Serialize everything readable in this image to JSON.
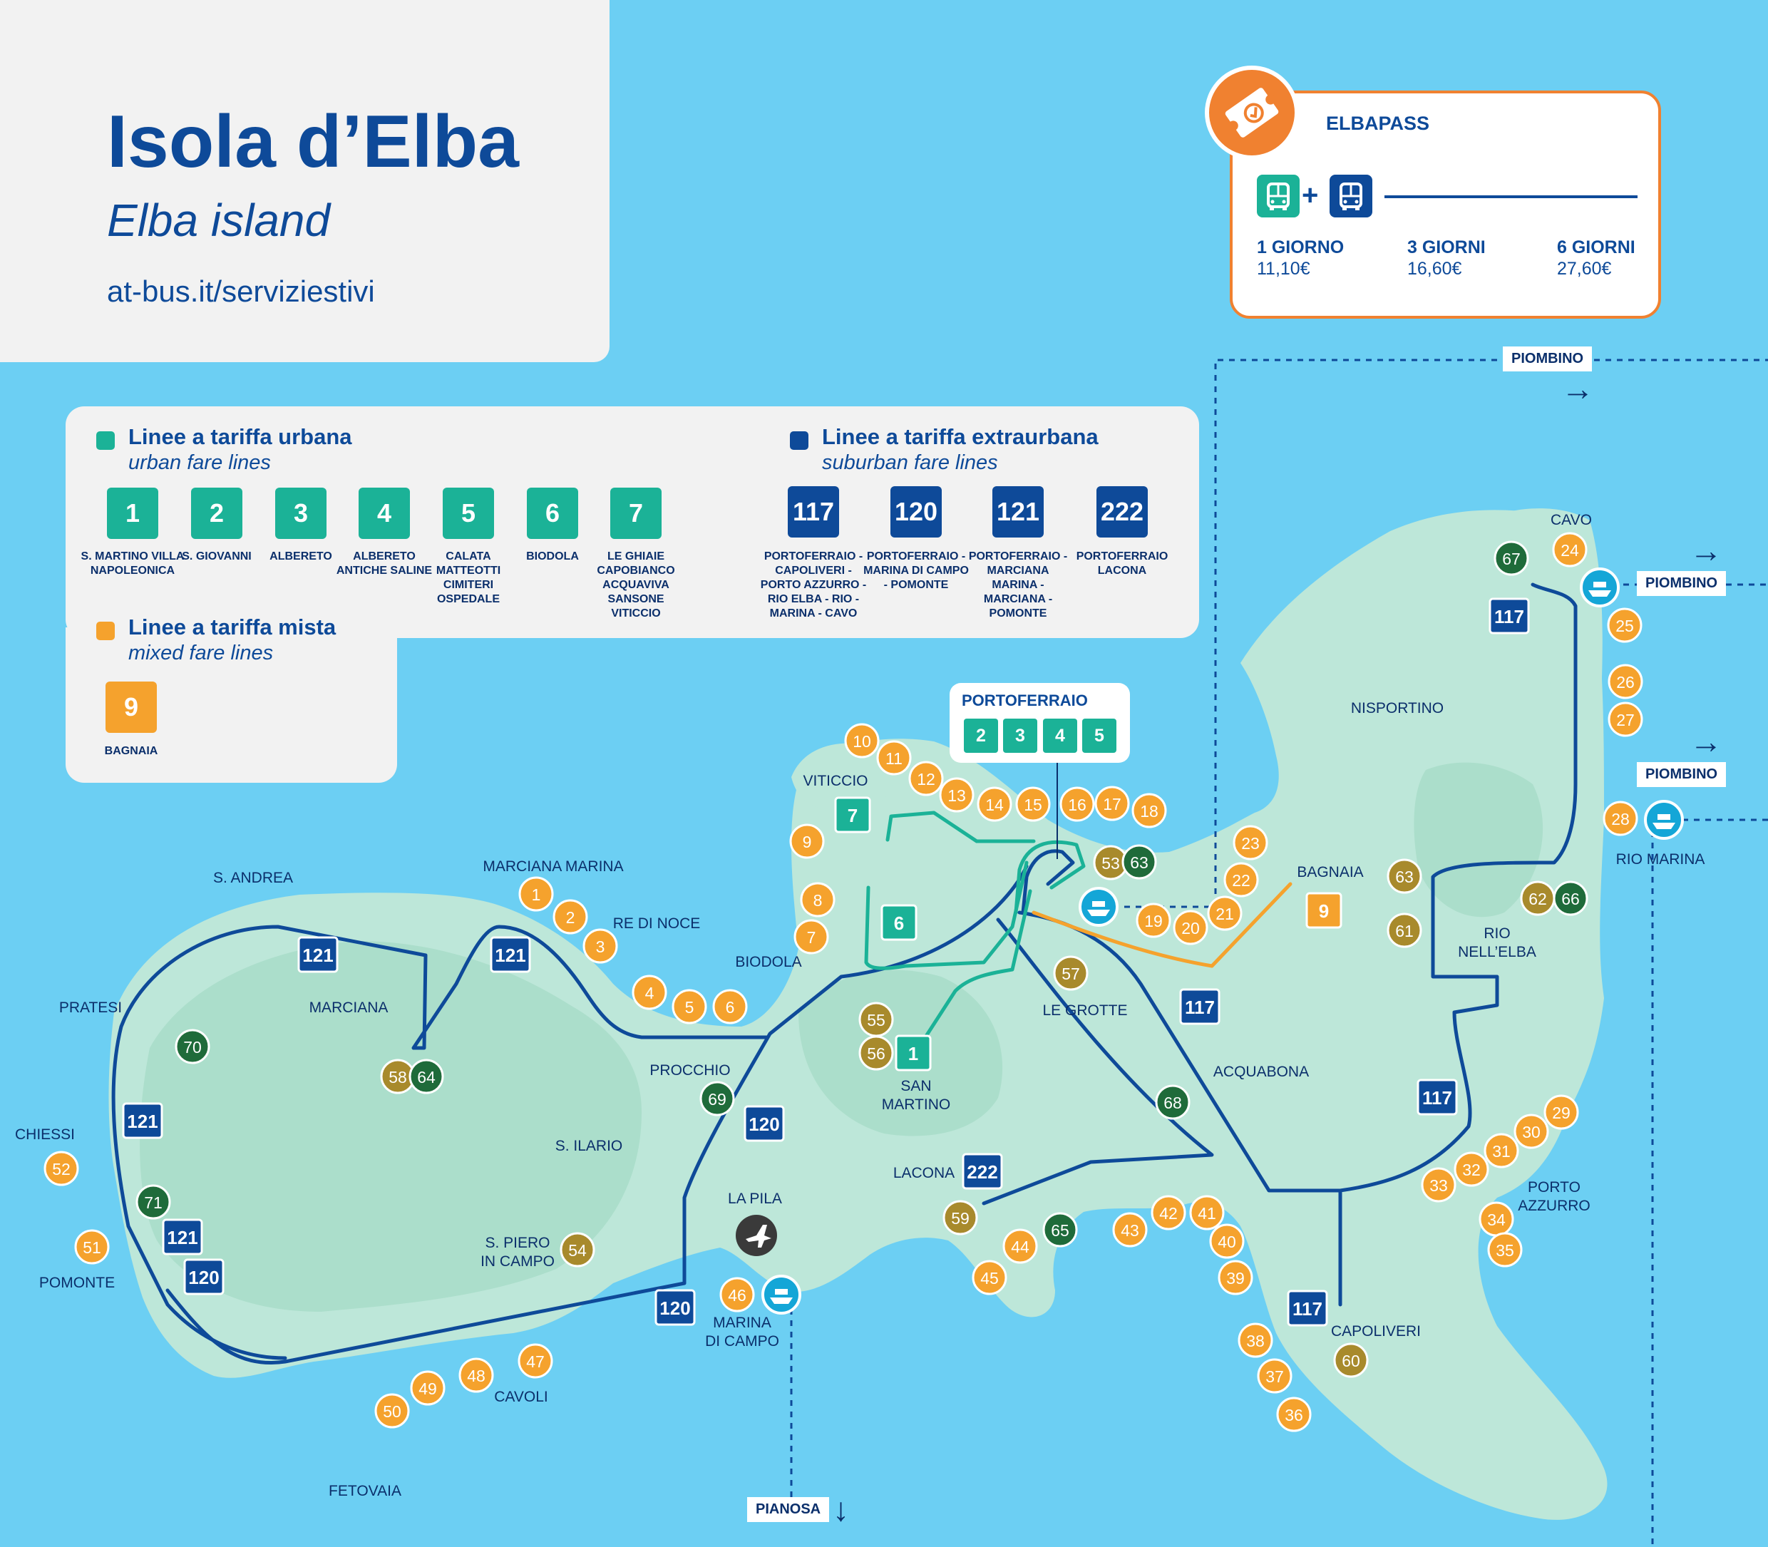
{
  "header": {
    "title": "Isola d’Elba",
    "subtitle": "Elba island",
    "url": "at-bus.it/serviziestivi"
  },
  "colors": {
    "sea": "#6ccff3",
    "land": "#bde7d9",
    "urban": "#1bb297",
    "suburban": "#0e4a99",
    "mixed": "#f5a22d",
    "stop_orange": "#f5a22d",
    "stop_olive": "#a88a2c",
    "stop_green": "#1f6b3a",
    "elbapass": "#f08130"
  },
  "legend": {
    "urban": {
      "title": "Linee a tariffa urbana",
      "title_en": "urban fare lines",
      "lines": [
        {
          "number": "1",
          "name": "S. MARTINO VILLA NAPOLEONICA"
        },
        {
          "number": "2",
          "name": "S. GIOVANNI"
        },
        {
          "number": "3",
          "name": "ALBERETO"
        },
        {
          "number": "4",
          "name": "ALBERETO ANTICHE SALINE"
        },
        {
          "number": "5",
          "name": "CALATA MATTEOTTI CIMITERI OSPEDALE"
        },
        {
          "number": "6",
          "name": "BIODOLA"
        },
        {
          "number": "7",
          "name": "LE GHIAIE CAPOBIANCO ACQUAVIVA SANSONE VITICCIO"
        }
      ]
    },
    "suburban": {
      "title": "Linee a tariffa extraurbana",
      "title_en": "suburban fare lines",
      "lines": [
        {
          "number": "117",
          "name": "PORTOFERRAIO - CAPOLIVERI - PORTO AZZURRO - RIO ELBA - RIO - MARINA - CAVO"
        },
        {
          "number": "120",
          "name": "PORTOFERRAIO - MARINA DI CAMPO - POMONTE"
        },
        {
          "number": "121",
          "name": "PORTOFERRAIO - MARCIANA MARINA - MARCIANA - POMONTE"
        },
        {
          "number": "222",
          "name": "PORTOFERRAIO LACONA"
        }
      ]
    },
    "mixed": {
      "title": "Linee a tariffa mista",
      "title_en": "mixed fare lines",
      "lines": [
        {
          "number": "9",
          "name": "BAGNAIA"
        }
      ]
    }
  },
  "elbapass": {
    "title": "ELBAPASS",
    "plus": "+",
    "icons": [
      "bus-icon-urban",
      "bus-icon-suburban"
    ],
    "options": [
      {
        "label": "1 GIORNO",
        "price": "11,10€"
      },
      {
        "label": "3 GIORNI",
        "price": "16,60€"
      },
      {
        "label": "6 GIORNI",
        "price": "27,60€"
      }
    ]
  },
  "portoferraio_box": {
    "title": "PORTOFERRAIO",
    "lines": [
      "2",
      "3",
      "4",
      "5"
    ]
  },
  "destinations": [
    "PIOMBINO",
    "PIOMBINO",
    "PIOMBINO",
    "PIANOSA"
  ],
  "places": {
    "viticcio": "VITICCIO",
    "s_andrea": "S. ANDREA",
    "marciana_marina": "MARCIANA MARINA",
    "re_di_noce": "RE DI NOCE",
    "biodola": "BIODOLA",
    "pratesi": "PRATESI",
    "marciana": "MARCIANA",
    "procchio": "PROCCHIO",
    "chiessi": "CHIESSI",
    "s_ilario": "S. ILARIO",
    "la_pila": "LA PILA",
    "pomonte": "POMONTE",
    "s_piero_1": "S. PIERO",
    "s_piero_2": "IN CAMPO",
    "marina_di_campo_1": "MARINA",
    "marina_di_campo_2": "DI CAMPO",
    "cavoli": "CAVOLI",
    "fetovaia": "FETOVAIA",
    "san_martino_1": "SAN",
    "san_martino_2": "MARTINO",
    "lacona": "LACONA",
    "le_grotte": "LE GROTTE",
    "acquabona": "ACQUABONA",
    "bagnaia": "BAGNAIA",
    "nisportino": "NISPORTINO",
    "cavo": "CAVO",
    "rio_nell_elba_1": "RIO",
    "rio_nell_elba_2": "NELL’ELBA",
    "rio_marina": "RIO MARINA",
    "porto_azzurro_1": "PORTO",
    "porto_azzurro_2": "AZZURRO",
    "capoliveri": "CAPOLIVERI"
  },
  "stops_orange": [
    "1",
    "2",
    "3",
    "4",
    "5",
    "6",
    "7",
    "8",
    "9",
    "10",
    "11",
    "12",
    "13",
    "14",
    "15",
    "16",
    "17",
    "18",
    "19",
    "20",
    "21",
    "22",
    "23",
    "24",
    "25",
    "26",
    "27",
    "28",
    "29",
    "30",
    "31",
    "32",
    "33",
    "34",
    "35",
    "36",
    "37",
    "38",
    "39",
    "40",
    "41",
    "42",
    "43",
    "44",
    "45",
    "46",
    "47",
    "48",
    "49",
    "50",
    "51",
    "52"
  ],
  "stops_olive": [
    "53",
    "54",
    "55",
    "56",
    "57",
    "58",
    "59",
    "60",
    "61",
    "62",
    "63"
  ],
  "stops_green": [
    "63",
    "64",
    "65",
    "66",
    "67",
    "68",
    "69",
    "70",
    "71"
  ],
  "map_line_labels": [
    "117",
    "117",
    "117",
    "120",
    "120",
    "120",
    "121",
    "121",
    "121",
    "121",
    "222",
    "1",
    "6",
    "7",
    "9"
  ]
}
